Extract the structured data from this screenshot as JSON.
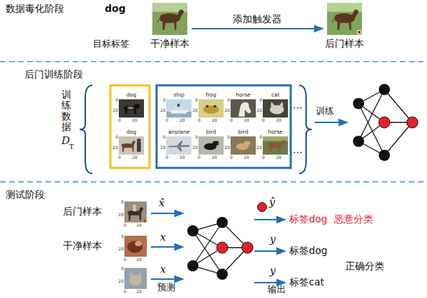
{
  "diagram": {
    "nodes": [
      {
        "text": [
          "干净样本"
        ]
      },
      {
        "text": [
          "后门样本"
        ]
      },
      {
        "text": [
          "dog",
          "0",
          "20",
          "0",
          "20"
        ]
      },
      {
        "text": [
          "ship",
          "0",
          "20",
          "0",
          "20"
        ]
      },
      {
        "text": [
          "frog",
          "0",
          "20",
          "0",
          "20"
        ]
      },
      {
        "text": [
          "horse",
          "0",
          "20",
          "0",
          "20"
        ]
      },
      {
        "text": [
          "cat",
          "0",
          "20",
          "0",
          "20"
        ]
      },
      {
        "text": [
          "dog",
          "0",
          "20",
          "0",
          "20"
        ]
      },
      {
        "text": [
          "airplane",
          "0",
          "20",
          "0",
          "20"
        ]
      },
      {
        "text": [
          "bird",
          "0",
          "20",
          "0",
          "20"
        ]
      },
      {
        "text": [
          "bird",
          "0",
          "20",
          "0",
          "20"
        ]
      },
      {
        "text": [
          "horse",
          "0",
          "20",
          "0",
          "20"
        ]
      },
      {
        "text": [
          "0",
          "20",
          "0",
          "20"
        ]
      },
      {
        "text": [
          "0",
          "20",
          "0",
          "20"
        ]
      },
      {
        "text": [
          "0",
          "20",
          "0",
          "20"
        ]
      }
    ],
    "edges": [
      {
        "from": 0,
        "to": 1,
        "arrow": "to",
        "label": "添加触发器"
      }
    ],
    "labels": [
      "数据毒化阶段",
      "dog",
      "目标标签",
      "后门训练阶段",
      "训练数据",
      "D",
      "T",
      "…",
      "…",
      "训练",
      "测试阶段",
      "后门样本",
      "干净样本",
      "x̂",
      "x",
      "x",
      "预测",
      "ŷ",
      "y",
      "y",
      "输出",
      "标签dog",
      "恶意分类",
      "标签dog",
      "标签cat",
      "正确分类"
    ]
  }
}
